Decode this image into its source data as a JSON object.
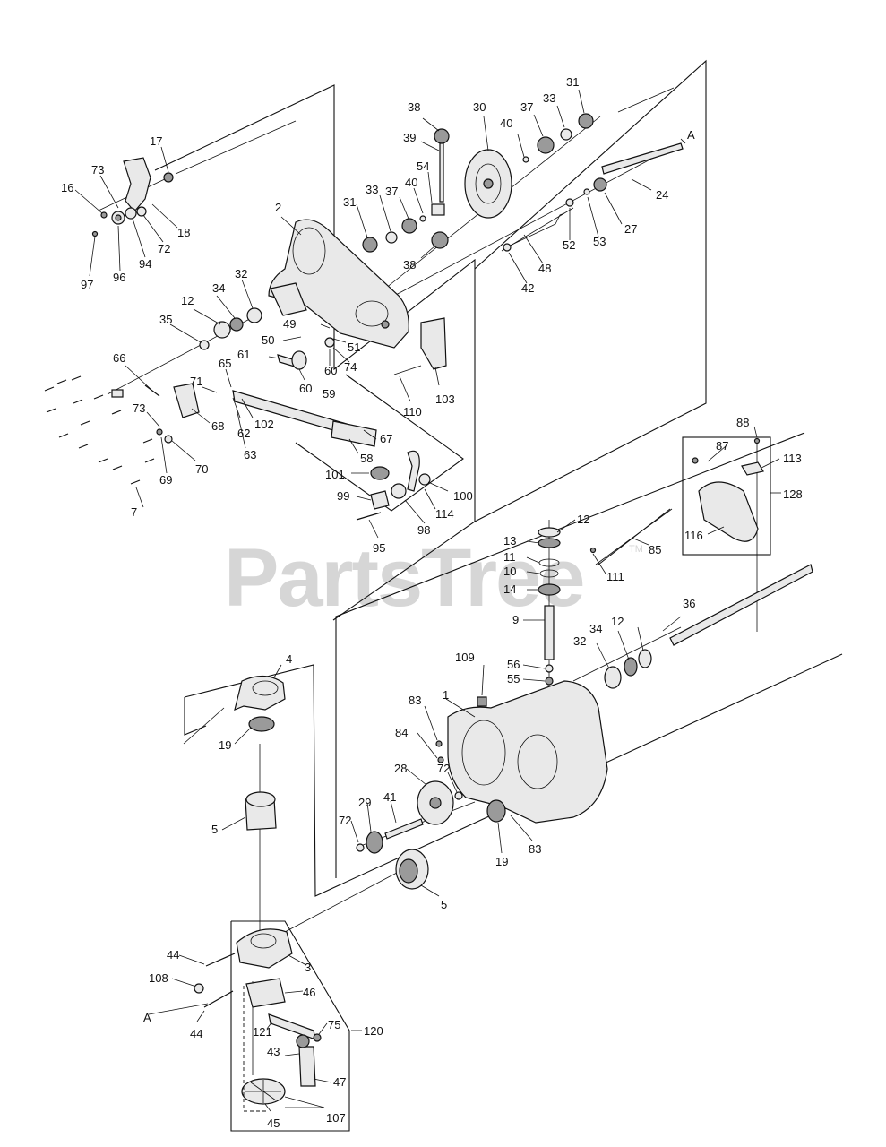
{
  "watermark": {
    "text": "PartsTree",
    "tm": "TM"
  },
  "labels": {
    "l1": "1",
    "l2": "2",
    "l3": "3",
    "l4": "4",
    "l5a": "5",
    "l5b": "5",
    "l7": "7",
    "l9": "9",
    "l10": "10",
    "l11": "11",
    "l12a": "12",
    "l12b": "12",
    "l12c": "12",
    "l13": "13",
    "l14": "14",
    "l16": "16",
    "l17": "17",
    "l18": "18",
    "l19a": "19",
    "l19b": "19",
    "l24": "24",
    "l27": "27",
    "l28": "28",
    "l29": "29",
    "l30": "30",
    "l31a": "31",
    "l31b": "31",
    "l32a": "32",
    "l32b": "32",
    "l33a": "33",
    "l33b": "33",
    "l34a": "34",
    "l34b": "34",
    "l35": "35",
    "l36": "36",
    "l37a": "37",
    "l37b": "37",
    "l38a": "38",
    "l38b": "38",
    "l39": "39",
    "l40a": "40",
    "l40b": "40",
    "l41": "41",
    "l42": "42",
    "l43": "43",
    "l44a": "44",
    "l44b": "44",
    "l45": "45",
    "l46": "46",
    "l47": "47",
    "l48": "48",
    "l49": "49",
    "l50": "50",
    "l51": "51",
    "l52": "52",
    "l53": "53",
    "l54": "54",
    "l55": "55",
    "l56": "56",
    "l58": "58",
    "l59": "59",
    "l60a": "60",
    "l60b": "60",
    "l61": "61",
    "l62": "62",
    "l63": "63",
    "l65": "65",
    "l66": "66",
    "l67": "67",
    "l68": "68",
    "l69": "69",
    "l70": "70",
    "l71": "71",
    "l72a": "72",
    "l72b": "72",
    "l72c": "72",
    "l73a": "73",
    "l73b": "73",
    "l74": "74",
    "l75": "75",
    "l83a": "83",
    "l83b": "83",
    "l84": "84",
    "l85": "85",
    "l87": "87",
    "l88": "88",
    "l94": "94",
    "l95": "95",
    "l96": "96",
    "l97": "97",
    "l98": "98",
    "l99": "99",
    "l100": "100",
    "l101": "101",
    "l102": "102",
    "l103": "103",
    "l107": "107",
    "l108": "108",
    "l109": "109",
    "l110": "110",
    "l111": "111",
    "l113": "113",
    "l114": "114",
    "l116": "116",
    "l120": "120",
    "l121": "121",
    "l128": "128",
    "lA1": "A",
    "lA2": "A"
  }
}
